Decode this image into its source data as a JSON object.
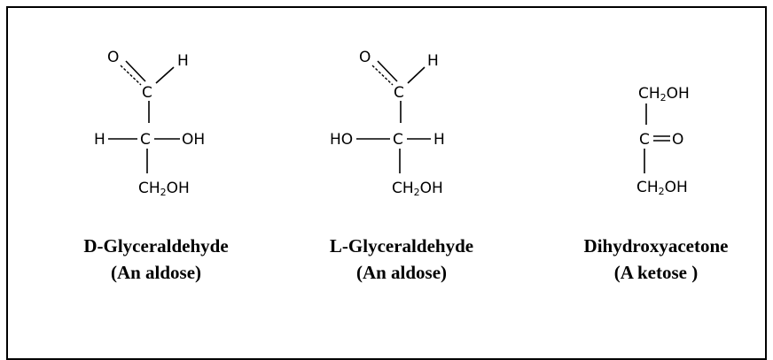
{
  "molecules": [
    {
      "name": "D-Glyceraldehyde",
      "class": "(An aldose)",
      "atoms": {
        "top_left": "O",
        "top_right": "H",
        "c1": "C",
        "c2": "C",
        "left": "H",
        "right": "OH",
        "bottom": "CH",
        "bottom_sub": "2",
        "bottom_tail": "OH"
      }
    },
    {
      "name": "L-Glyceraldehyde",
      "class": "(An aldose)",
      "atoms": {
        "top_left": "O",
        "top_right": "H",
        "c1": "C",
        "c2": "C",
        "left": "HO",
        "right": "H",
        "bottom": "CH",
        "bottom_sub": "2",
        "bottom_tail": "OH"
      }
    },
    {
      "name": "Dihydroxyacetone",
      "class": "(A ketose )",
      "atoms": {
        "top": "CH",
        "top_sub": "2",
        "top_tail": "OH",
        "c": "C",
        "o": "O",
        "bottom": "CH",
        "bottom_sub": "2",
        "bottom_tail": "OH"
      }
    }
  ]
}
